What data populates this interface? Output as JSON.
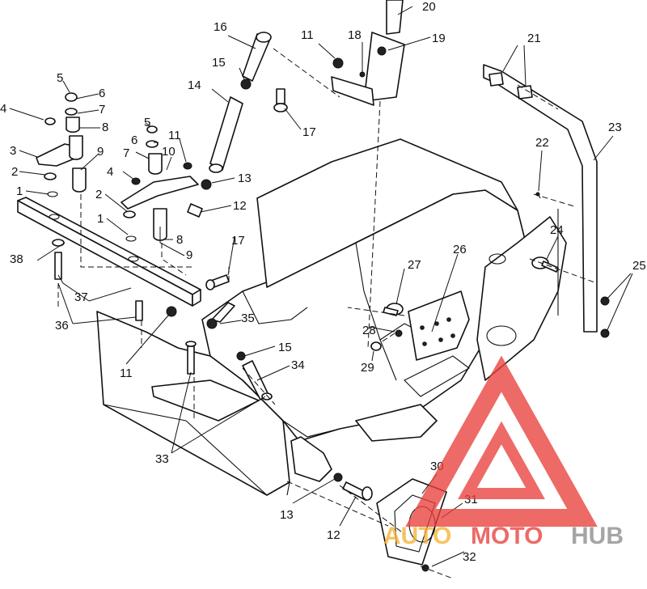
{
  "diagram": {
    "callouts": [
      "1",
      "2",
      "3",
      "4",
      "5",
      "6",
      "7",
      "8",
      "9",
      "10",
      "11",
      "12",
      "13",
      "14",
      "15",
      "16",
      "17",
      "18",
      "19",
      "20",
      "21",
      "22",
      "23",
      "24",
      "25",
      "26",
      "27",
      "28",
      "29",
      "30",
      "31",
      "32",
      "33",
      "34",
      "35",
      "36",
      "37",
      "38"
    ]
  },
  "watermark": {
    "word_auto": "AUTO",
    "word_moto": "MOTO",
    "word_hub": "HUB",
    "color_red": "#e8413c",
    "color_orange": "#f5b335",
    "color_gray": "#8c8c8c"
  }
}
